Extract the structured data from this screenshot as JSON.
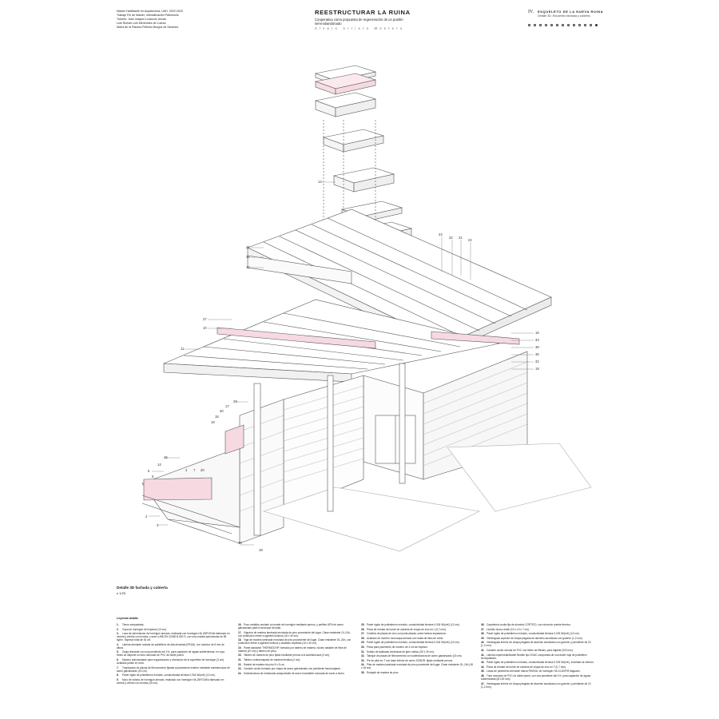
{
  "header": {
    "left_lines": [
      "Máster Habilitante en Arquitectura, UAH, 2022-2023",
      "Trabajo Fin de Máster, Intensificación Patrimonio",
      "Tutores: José Joaquín Lizancos Uncas",
      "Luis Román Luis Menéndez de Luarca",
      "María de la Paloma Pelluelo Burgos de Sánchez"
    ],
    "title": "REESTRUCTURAR LA RUINA",
    "subtitle": "Cooperativa como propuesta de regeneración de un pueblo semi-abandonado",
    "author": "Álvaro Arriero Montero",
    "section_number": "IV.",
    "section_title": "ESQUELETO DE LA NUEVA RUINA",
    "section_subtitle": "Detalle 3D. Encuentro fachada y cubierta",
    "pages": 13,
    "current_page": 13
  },
  "labels": {
    "l13": "13",
    "l23": "23",
    "l32": "32",
    "l31": "31",
    "l24": "24",
    "l22": "22",
    "l36": "36",
    "l12": "12",
    "l27": "27",
    "l10": "10",
    "l11": "11",
    "r16": "16",
    "r33": "33",
    "r38": "38",
    "r35": "35",
    "r32": "32",
    "r18": "18",
    "l29": "29",
    "l30": "30",
    "l17": "17",
    "l18": "18",
    "l19": "19",
    "l15": "15",
    "l6": "6",
    "l14": "14",
    "l5": "5",
    "l4": "4",
    "l7": "7",
    "l20": "20",
    "l2": "2",
    "l3": "3",
    "l40": "40",
    "l19b": "19"
  },
  "caption": {
    "title": "Detalle 3D fachada y cubierta",
    "scale": "e 1/25"
  },
  "legend": {
    "title": "Leyenda detalle",
    "columns": [
      [
        {
          "n": "1.",
          "t": "Tierra compactada."
        },
        {
          "n": "2.",
          "t": "Capa de hormigón de limpieza (10 cm)."
        },
        {
          "n": "3.",
          "t": "Losa de cimentación de hormigón armado, realizada con hormigón HA-25/P/20/IIa fabricado en central y vertido con bomba, y acero UNE-EN 10080 B 500 S, con una cuantía aproximada de 85 kg/m³. Espesor total de 30 cm."
        },
        {
          "n": "4.",
          "t": "Lámina drenante nodular de polietileno de alta densidad (PEAD), con nódulos de 8 mm de altura."
        },
        {
          "n": "5.",
          "t": "Zanja drenante con una pendiente del 1%, para captación de aguas subterráneas, en cuyo fondo se dispone un tubo ranurado de PVC de doble pared."
        },
        {
          "n": "6.",
          "t": "Mortero autonivelante para regularización y nivelación de la superficie de hormigón (3 cm). Acabado pulido en obra."
        },
        {
          "n": "7.",
          "t": "Trasdosado de placas de fibrocemento fijadas al paramento exterior mediante subestructura de acero galvanizado (15 cm)."
        },
        {
          "n": "8.",
          "t": "Panel rígido de poliestireno extruido, conductividad térmica 0,034 W/(mK) (10 cm)."
        },
        {
          "n": "9.",
          "t": "Muro de sótano de hormigón armado, realizado con hormigón HA-25/F/20/IIa fabricado en central y vertido con bomba (30 cm)."
        }
      ],
      [
        {
          "n": "16.",
          "t": "Pozo metálico anclado al murete de hormigón mediante pernos, y perfiles UPN de acero galvanizado para el arranque del pilar."
        },
        {
          "n": "17.",
          "t": "Viguería de madera laminada encolada de pino procedente del lugar. Clase resistente GL-24h, con protección frente a agentes bióticos (18 x 30 cm)."
        },
        {
          "n": "18.",
          "t": "Viga de madera laminada encolada de pino procedente del lugar. Clase resistente GL-24h, con protección frente a agentes bióticos y acabado cepillado (10 x 40 cm)."
        },
        {
          "n": "19.",
          "t": "Panel sándwich THERMOCHIP, formado por tablero de madera, núcleo aislante de fibra de madera (10 cm) y tablero de yeso."
        },
        {
          "n": "20.",
          "t": "Tablero de madera de pino fijado mediante pernos a la subestructura (3 cm)."
        },
        {
          "n": "21.",
          "t": "Tablero contrachapado de madera fenólica (2 cm)."
        },
        {
          "n": "22.",
          "t": "Rastrel de madera de pino 5 x 5 cm."
        },
        {
          "n": "23.",
          "t": "Canalón oculto formado por chapa de acero galvanizado con pendiente hacia bajante."
        },
        {
          "n": "24.",
          "t": "Subestructura de entramado autoportante de acero inoxidable colocada de suelo a techo."
        }
      ],
      [
        {
          "n": "25.",
          "t": "Panel rígido de poliestireno extruido, conductividad térmica 0,034 W/(mK) (12 cm)."
        },
        {
          "n": "26.",
          "t": "Pieza de remate de borde de cubierta de chapa de zinc en L (0,7 mm)."
        },
        {
          "n": "27.",
          "t": "Cubierta de placas de zinc con junta alzada, sobre lámina separadora."
        },
        {
          "n": "28.",
          "t": "Acabado de mortero monocapa armado con malla de fibra de vidrio."
        },
        {
          "n": "29.",
          "t": "Panel rígido de poliestireno extruido, conductividad térmica 0,034 W/(mK) (10 cm)."
        },
        {
          "n": "30.",
          "t": "Pieza para pavimento de mortero de 4 cm de espesor."
        },
        {
          "n": "31.",
          "t": "Solado de baldosas cerámicas de gres rústico (30 x 30 cm)."
        },
        {
          "n": "32.",
          "t": "Tabique de placas de fibrocemento con subestructura de acero galvanizado (15 cm)."
        },
        {
          "n": "33.",
          "t": "Pie de pilar en T con base inferior de acero S235JR, fijado mediante pernos."
        },
        {
          "n": "34.",
          "t": "Pilar de madera laminada encolada de pino procedente del lugar. Clase resistente GL-24h (18 x 18 cm)."
        },
        {
          "n": "35.",
          "t": "Rodapié de madera de pino."
        }
      ],
      [
        {
          "n": "36.",
          "t": "Carpintería oculta fija de aluminio CORTIZO, con rotura de puente térmico."
        },
        {
          "n": "37.",
          "t": "Lechillo hueco doble (10 x 10 x 7 cm)."
        },
        {
          "n": "38.",
          "t": "Panel rígido de poliestireno extruido, conductividad térmica 0,033 W/(mK) (10 cm)."
        },
        {
          "n": "39.",
          "t": "Vierteaguas superior de chapa plegada de aluminio anodizado con goterón (1,2 mm)."
        },
        {
          "n": "40.",
          "t": "Vierteaguas inferior de chapa plegada de aluminio anodizado con goterón y pendiente de 20 (1,2 mm)."
        },
        {
          "n": "41.",
          "t": "Canalón oculto circular de PVC con fieltro de filtrado, para bajante (200 mm)."
        },
        {
          "n": "42.",
          "t": "Lámina impermeabilizante flexible tipo EVAC compuesta de una doble hoja de polietileno termoplástico."
        },
        {
          "n": "43.",
          "t": "Panel rígido de poliestireno extruido, conductividad térmica 0,033 W/(mK), insertado al exterior."
        },
        {
          "n": "44.",
          "t": "Pieza de remate de borde de cubierta de chapa de zinc en T (0,7 mm)."
        },
        {
          "n": "45.",
          "t": "Losas de pavimento drenante marca PAVINA, de hormigón HA-CL20/P/8 fraguado."
        },
        {
          "n": "46.",
          "t": "Tubo ranurado de PVC de doble pared, con una pendiente del 1%, para captación de aguas subterráneas (Ø 100 mm)."
        },
        {
          "n": "47.",
          "t": "Vierteaguas inferior de chapa plegada de aluminio anodizado con goterón y pendiente de 10 (1,2 mm)."
        }
      ]
    ]
  }
}
